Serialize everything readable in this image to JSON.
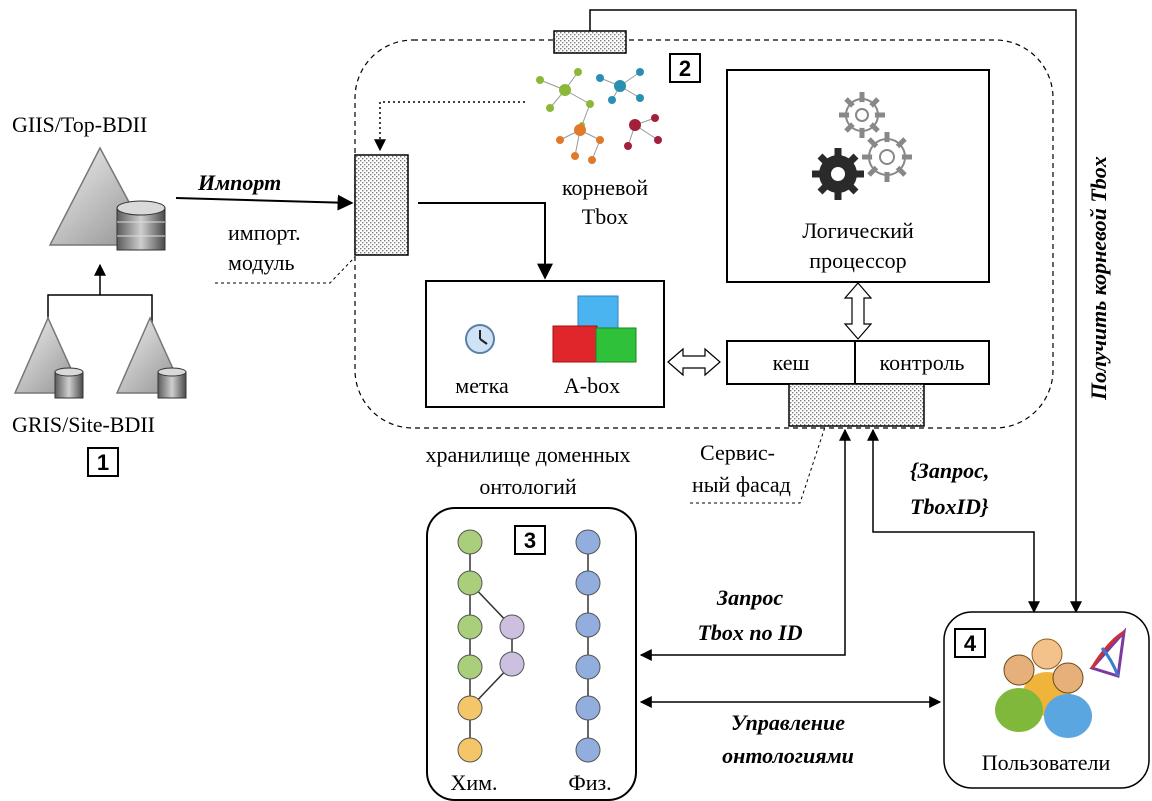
{
  "labels": {
    "giis_top": "GIIS/Top-BDII",
    "gris_site": "GRIS/Site-BDII",
    "import_arrow": "Импорт",
    "import_module_line1": "импорт.",
    "import_module_line2": "модуль",
    "root_tbox_line1": "корневой",
    "root_tbox_line2": "Tbox",
    "reasoner_line1": "Логический",
    "reasoner_line2": "процессор",
    "tag": "метка",
    "abox": "A-box",
    "cache": "кеш",
    "control": "контроль",
    "service_facade_line1": "Сервис-",
    "service_facade_line2": "ный фасад",
    "storage_line1": "хранилище доменных",
    "storage_line2": "онтологий",
    "query_tbox_id_line1": "{Запрос,",
    "query_tbox_id_line2": "TboxID}",
    "get_root_tbox": "Получить корневой Tbox",
    "query_tbox_by_id_line1": "Запрос",
    "query_tbox_by_id_line2": "Tbox по ID",
    "ontology_mgmt_line1": "Управление",
    "ontology_mgmt_line2": "онтологиями",
    "chem": "Хим.",
    "phys": "Физ.",
    "users": "Пользователи"
  },
  "badges": [
    "1",
    "2",
    "3",
    "4"
  ],
  "colors": {
    "chem_green": "#a9cf7a",
    "chem_lilac": "#cdbfe0",
    "chem_orange": "#f5c56a",
    "phys_blue": "#92aede",
    "hatch": "#888888",
    "line": "#000000"
  }
}
